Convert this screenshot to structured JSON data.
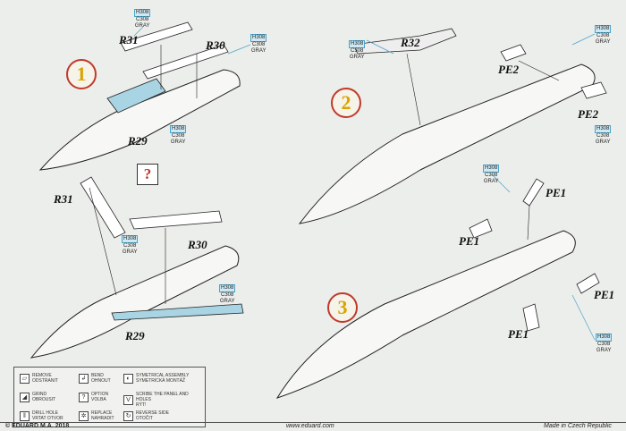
{
  "steps": [
    "1",
    "2",
    "3"
  ],
  "option_mark": "?",
  "parts": {
    "r31": "R31",
    "r30": "R30",
    "r29": "R29",
    "r32": "R32",
    "pe2": "PE2",
    "pe1": "PE1"
  },
  "color_callout": {
    "h": "H308",
    "c": "C308",
    "name": "GRAY"
  },
  "colors": {
    "part_fill": "#a9d4e4",
    "step_border": "#c0392b",
    "step_number": "#d9a400"
  },
  "legend": [
    {
      "icon": "remove-icon",
      "en": "REMOVE",
      "cz": "ODSTRANIT"
    },
    {
      "icon": "bend-icon",
      "en": "BEND",
      "cz": "OHNOUT"
    },
    {
      "icon": "symmetrical-assembly-icon",
      "en": "SYMETRICAL ASSEMBLY",
      "cz": "SYMETRICKÁ MONTÁŽ"
    },
    {
      "icon": "grind-icon",
      "en": "GRIND",
      "cz": "OBROUSIT"
    },
    {
      "icon": "option-icon",
      "en": "OPTION",
      "cz": "VOLBA"
    },
    {
      "icon": "scribe-icon",
      "en": "SCRIBE THE PANEL AND HOLES",
      "cz": "RÝT!"
    },
    {
      "icon": "drill-hole-icon",
      "en": "DRILL HOLE",
      "cz": "VRTAT OTVOR"
    },
    {
      "icon": "replace-icon",
      "en": "REPLACE",
      "cz": "NAHRADIT"
    },
    {
      "icon": "reverse-side-icon",
      "en": "REVERSE SIDE",
      "cz": "OTOČIT"
    }
  ],
  "footer": {
    "copyright": "© EDUARD M.A. 2018",
    "web": "www.eduard.com",
    "made": "Made in Czech Republic"
  }
}
